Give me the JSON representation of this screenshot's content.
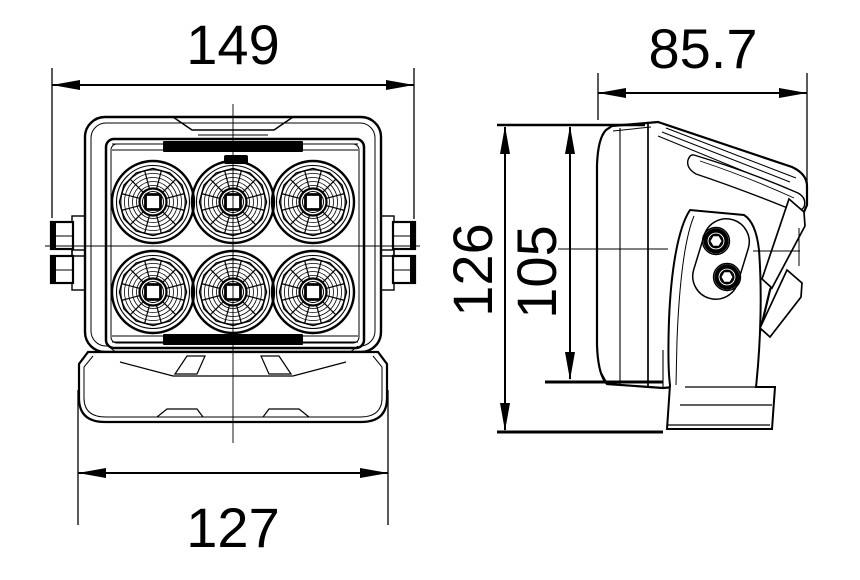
{
  "page": {
    "background": "#ffffff",
    "line_color": "#000000",
    "text_color": "#000000"
  },
  "views": {
    "front": {
      "width_label": "149",
      "mount_width_label": "127",
      "led_count": 6,
      "led_grid": "2x3"
    },
    "side": {
      "depth_label": "85.7",
      "overall_height_label": "126",
      "housing_height_label": "105",
      "bolt_count": 2
    }
  }
}
